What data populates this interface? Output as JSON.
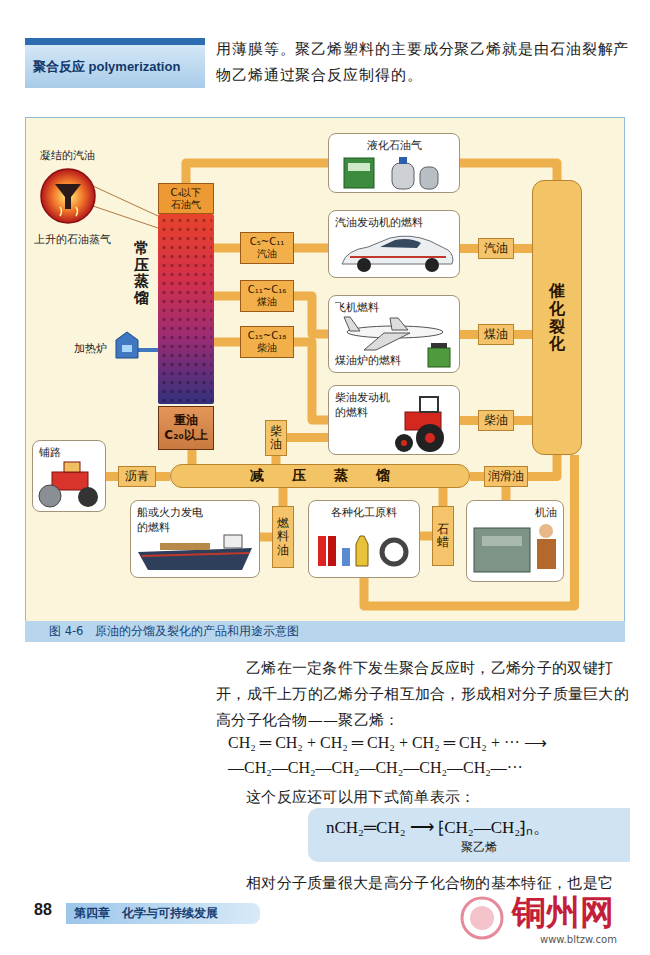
{
  "diagram": {
    "caption": "图 4-6　原油的分馏及裂化的产品和用途示意图",
    "nodes": [
      {
        "text": [
          "聚合反应 polymerization"
        ]
      },
      {
        "text": [
          "C₄以下",
          "石油气"
        ]
      },
      {
        "text": [
          "液化石油气"
        ]
      },
      {
        "text": [
          "常压蒸馏"
        ]
      },
      {
        "text": [
          "C₅~C₁₁",
          "汽油"
        ]
      },
      {
        "text": [
          "汽油发动机的燃料"
        ]
      },
      {
        "text": [
          "汽油"
        ]
      },
      {
        "text": [
          "C₁₁~C₁₆",
          "煤油"
        ]
      },
      {
        "text": [
          "飞机燃料",
          "煤油炉的燃料"
        ]
      },
      {
        "text": [
          "煤油"
        ]
      },
      {
        "text": [
          "C₁₅~C₁₈",
          "柴油"
        ]
      },
      {
        "text": [
          "柴油发动机的燃料"
        ]
      },
      {
        "text": [
          "柴油"
        ]
      },
      {
        "text": [
          "催化裂化"
        ]
      },
      {
        "text": [
          "重油",
          "C₂₀以上"
        ]
      },
      {
        "text": [
          "柴油"
        ]
      },
      {
        "text": [
          "沥青"
        ]
      },
      {
        "text": [
          "减压蒸馏"
        ]
      },
      {
        "text": [
          "润滑油"
        ]
      },
      {
        "text": [
          "铺路"
        ]
      },
      {
        "text": [
          "船或火力发电的燃料"
        ]
      },
      {
        "text": [
          "燃料油"
        ]
      },
      {
        "text": [
          "各种化工原料"
        ]
      },
      {
        "text": [
          "石蜡"
        ]
      },
      {
        "text": [
          "机油"
        ]
      },
      {
        "text": [
          "nCH₂═CH₂ ⟶ ⁅CH₂—CH₂⁆ₙ。",
          "聚乙烯"
        ]
      },
      {
        "text": [
          "第四章　化学与可持续发展"
        ]
      }
    ],
    "edges": [
      {
        "from": 1,
        "to": 2,
        "arrow": "none"
      },
      {
        "from": 2,
        "to": 13,
        "arrow": "none"
      },
      {
        "from": 3,
        "to": 4,
        "arrow": "none"
      },
      {
        "from": 4,
        "to": 5,
        "arrow": "none"
      },
      {
        "from": 5,
        "to": 6,
        "arrow": "none"
      },
      {
        "from": 6,
        "to": 13,
        "arrow": "none"
      },
      {
        "from": 3,
        "to": 7,
        "arrow": "none"
      },
      {
        "from": 7,
        "to": 8,
        "arrow": "none"
      },
      {
        "from": 8,
        "to": 9,
        "arrow": "none"
      },
      {
        "from": 9,
        "to": 13,
        "arrow": "none"
      },
      {
        "from": 3,
        "to": 10,
        "arrow": "none"
      },
      {
        "from": 10,
        "to": 11,
        "arrow": "none"
      },
      {
        "from": 11,
        "to": 12,
        "arrow": "none"
      },
      {
        "from": 12,
        "to": 13,
        "arrow": "none"
      },
      {
        "from": 14,
        "to": 17,
        "arrow": "none"
      },
      {
        "from": 17,
        "to": 15,
        "arrow": "none"
      },
      {
        "from": 15,
        "to": 11,
        "arrow": "none"
      },
      {
        "from": 17,
        "to": 16,
        "arrow": "none"
      },
      {
        "from": 16,
        "to": 19,
        "arrow": "none"
      },
      {
        "from": 17,
        "to": 18,
        "arrow": "none"
      },
      {
        "from": 18,
        "to": 24,
        "arrow": "none"
      },
      {
        "from": 18,
        "to": 13,
        "arrow": "none"
      },
      {
        "from": 17,
        "to": 21,
        "arrow": "none"
      },
      {
        "from": 21,
        "to": 20,
        "arrow": "none"
      },
      {
        "from": 17,
        "to": 23,
        "arrow": "none"
      },
      {
        "from": 23,
        "to": 22,
        "arrow": "none"
      },
      {
        "from": 13,
        "to": 22,
        "arrow": "none"
      }
    ],
    "labels": [
      "用薄膜等。聚乙烯塑料的主要成分聚乙烯就是由石油裂解产物乙烯通过聚合反应制得的。",
      "凝结的汽油",
      "上升的石油蒸气",
      "加热炉",
      "乙烯在一定条件下发生聚合反应时，乙烯分子的双键打开，成千上万的乙烯分子相互加合，形成相对分子质量巨大的高分子化合物——聚乙烯：",
      "CH₂ ═ CH₂ + CH₂ ═ CH₂ + CH₂ ═ CH₂ + ··· ⟶",
      "—CH₂—CH₂—CH₂—CH₂—CH₂—CH₂—···",
      "这个反应还可以用下式简单表示：",
      "相对分子质量很大是高分子化合物的基本特征，也是它",
      "88",
      "铜州网",
      "www.bltzw.com"
    ]
  }
}
